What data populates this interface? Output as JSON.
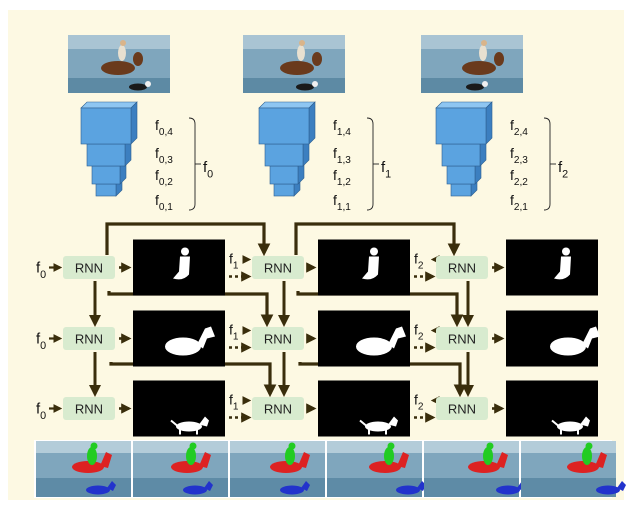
{
  "colors": {
    "panel_background": "#fdf9e3",
    "rnn_box": "#d8ebcf",
    "arrow": "#3a2e0c",
    "cube_front": "#5ba3e0",
    "cube_top": "#8ec6f2",
    "cube_side": "#3c7fc0",
    "mask_background": "#000000",
    "mask_foreground": "#ffffff",
    "overlay_rider": "#22cc22",
    "overlay_horse": "#dd2222",
    "overlay_dog": "#2233cc",
    "water": "#7fa6bd"
  },
  "rnn_label": "RNN",
  "timesteps": [
    {
      "feature": "f0",
      "feature_base": "f",
      "feature_sub": "0",
      "pyramid_labels": [
        {
          "base": "f",
          "sub": "0,4"
        },
        {
          "base": "f",
          "sub": "0,3"
        },
        {
          "base": "f",
          "sub": "0,2"
        },
        {
          "base": "f",
          "sub": "0,1"
        }
      ]
    },
    {
      "feature": "f1",
      "feature_base": "f",
      "feature_sub": "1",
      "pyramid_labels": [
        {
          "base": "f",
          "sub": "1,4"
        },
        {
          "base": "f",
          "sub": "1,3"
        },
        {
          "base": "f",
          "sub": "1,2"
        },
        {
          "base": "f",
          "sub": "1,1"
        }
      ]
    },
    {
      "feature": "f2",
      "feature_base": "f",
      "feature_sub": "2",
      "pyramid_labels": [
        {
          "base": "f",
          "sub": "2,4"
        },
        {
          "base": "f",
          "sub": "2,3"
        },
        {
          "base": "f",
          "sub": "2,2"
        },
        {
          "base": "f",
          "sub": "2,1"
        }
      ]
    }
  ],
  "rows": [
    {
      "input_label": {
        "base": "f",
        "sub": "0"
      },
      "mask_object": "rider"
    },
    {
      "input_label": {
        "base": "f",
        "sub": "0"
      },
      "mask_object": "horse"
    },
    {
      "input_label": {
        "base": "f",
        "sub": "0"
      },
      "mask_object": "dog"
    }
  ],
  "filmstrip_frame_count": 6
}
